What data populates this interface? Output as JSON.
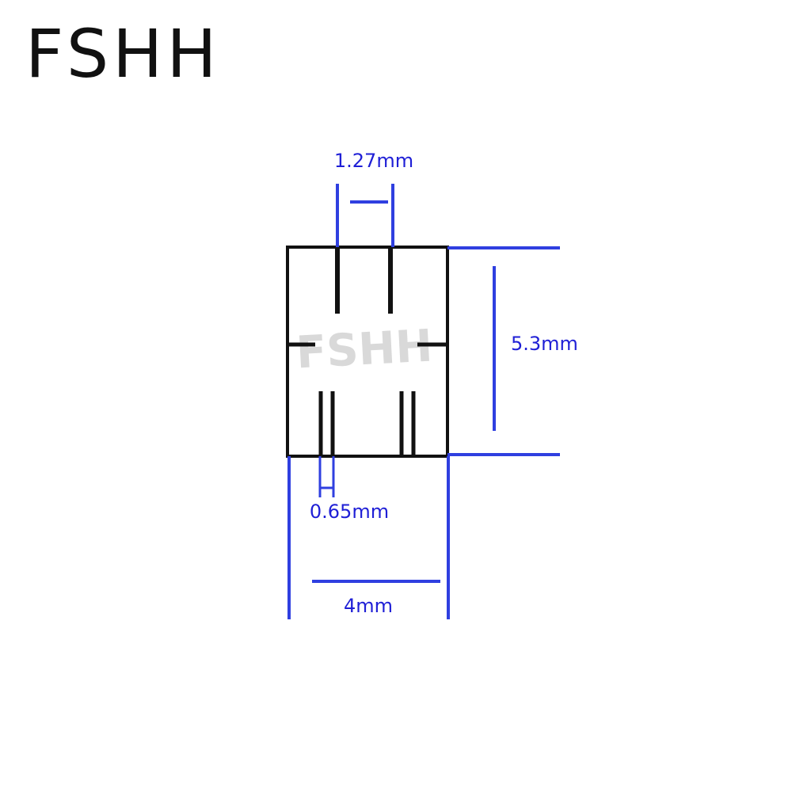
{
  "brand": {
    "logo_text": "FSHH",
    "watermark_text": "FSHH"
  },
  "dimensions": {
    "pitch": "1.27mm",
    "height": "5.3mm",
    "pin_width": "0.65mm",
    "width": "4mm"
  },
  "colors": {
    "dimension": "#1f1fd6",
    "outline": "#111111",
    "watermark": "#d9d9d9"
  }
}
